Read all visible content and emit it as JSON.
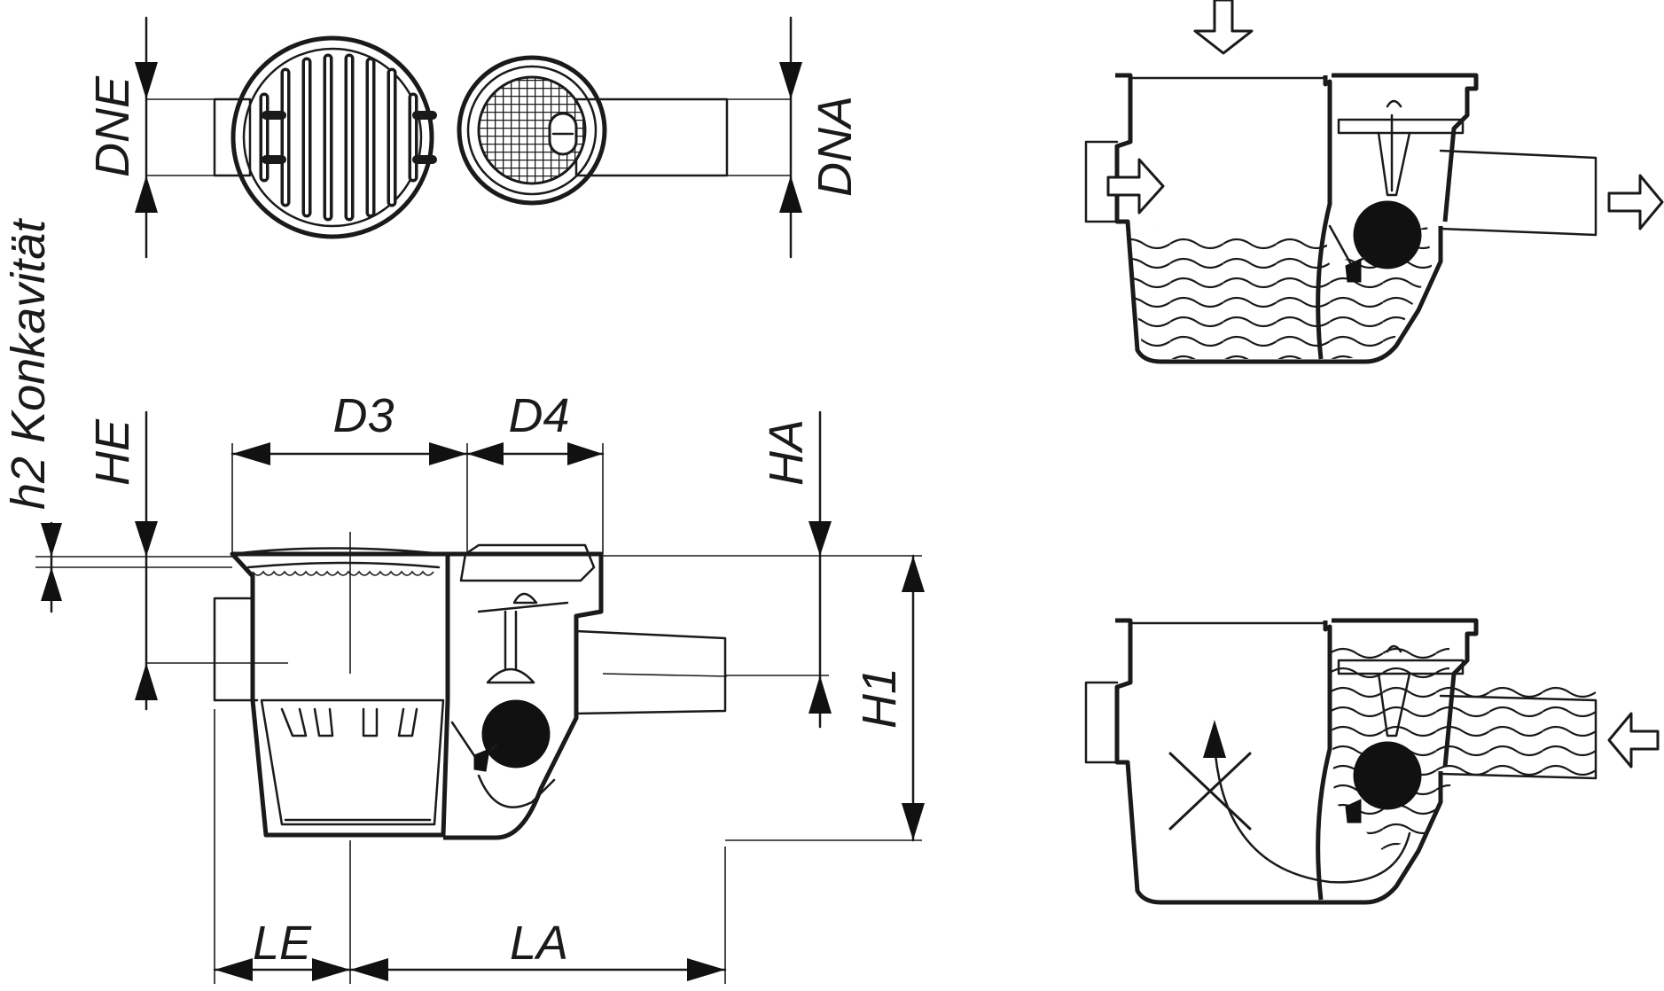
{
  "labels": {
    "dne": "DNE",
    "dna": "DNA",
    "h2": "h2 Konkavität",
    "he": "HE",
    "d3": "D3",
    "d4": "D4",
    "ha": "HA",
    "h1": "H1",
    "le": "LE",
    "la": "LA"
  },
  "colors": {
    "line": "#1a1a1a",
    "fill_dark": "#111111",
    "background": "#ffffff"
  },
  "icons": {
    "flow_arrow": "outline-double-arrow",
    "blocked_marker": "cross-x"
  }
}
